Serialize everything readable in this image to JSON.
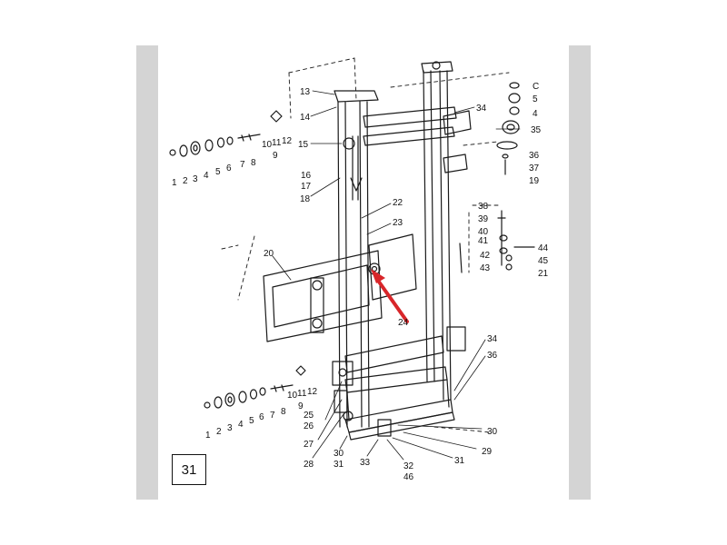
{
  "figure_number": "31",
  "colors": {
    "line": "#1a1a1a",
    "band": "#d4d4d4",
    "pointer_arrow": "#d8262a"
  },
  "pointer_label": "24",
  "callouts": [
    "1",
    "2",
    "3",
    "4",
    "5",
    "6",
    "7",
    "8",
    "10",
    "11",
    "12",
    "9",
    "13",
    "14",
    "15",
    "16",
    "17",
    "18",
    "22",
    "23",
    "20",
    "C",
    "5",
    "4",
    "35",
    "34",
    "36",
    "37",
    "19",
    "38",
    "39",
    "40",
    "41",
    "42",
    "43",
    "44",
    "45",
    "21",
    "34",
    "36",
    "1",
    "2",
    "3",
    "4",
    "5",
    "6",
    "7",
    "8",
    "10",
    "11",
    "12",
    "9",
    "25",
    "26",
    "27",
    "28",
    "30",
    "31",
    "33",
    "32",
    "46",
    "30",
    "29",
    "31"
  ]
}
